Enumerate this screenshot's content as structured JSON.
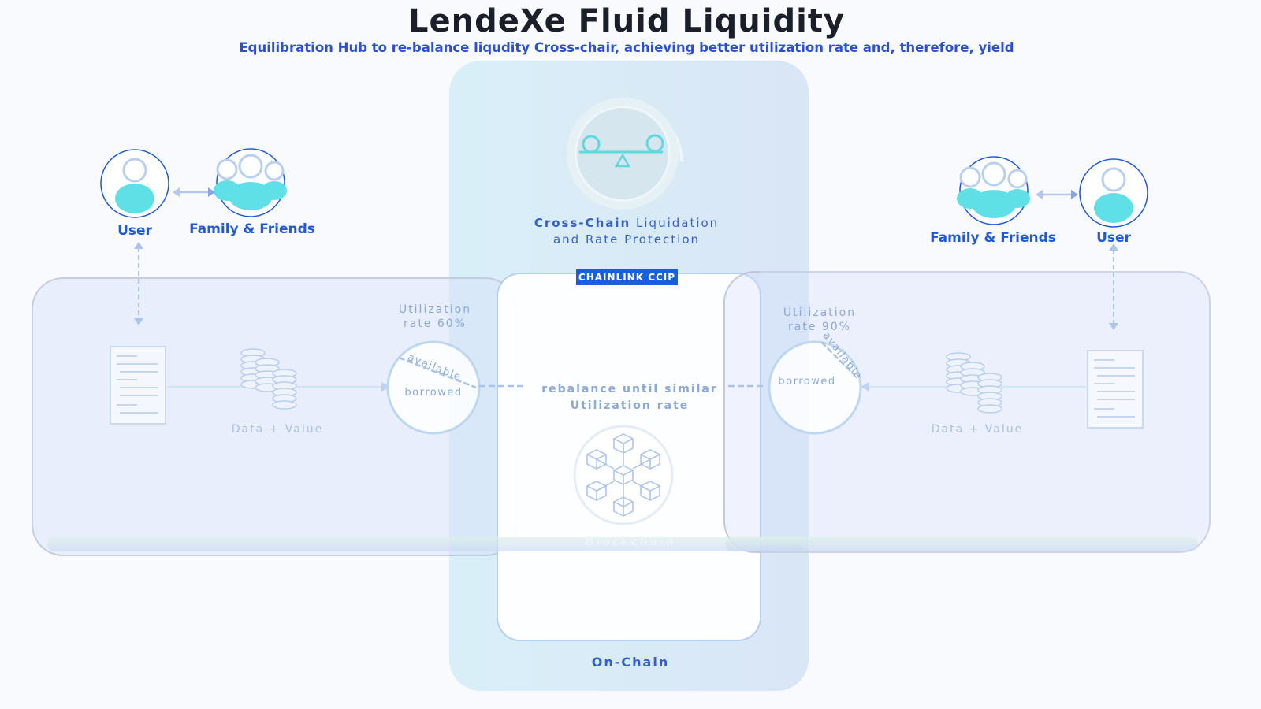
{
  "title": "LendeXe Fluid Liquidity",
  "subtitle": "Equilibration Hub to re-balance liqudity Cross-chair,  achieving better utilization rate and, therefore, yield",
  "hub": {
    "label_bold": "Cross-Chain",
    "label_rest": " Liquidation",
    "label_line2": "and Rate Protection",
    "icon": "balance-scale-icon"
  },
  "left": {
    "user_label": "User",
    "family_label": "Family & Friends",
    "utilization_line1": "Utilization",
    "utilization_line2": "rate 60%",
    "utilization_rate": 0.6,
    "available_label": "available",
    "borrowed_label": "borrowed",
    "data_value_label": "Data + Value"
  },
  "right": {
    "user_label": "User",
    "family_label": "Family & Friends",
    "utilization_line1": "Utilization",
    "utilization_line2": "rate 90%",
    "utilization_rate": 0.9,
    "available_label": "available",
    "borrowed_label": "borrowed",
    "data_value_label": "Data + Value"
  },
  "center": {
    "badge": "CHAINLINK CCIP",
    "rebalance_line1": "rebalance until similar",
    "rebalance_line2": "Utilization rate",
    "blockchain_label": "Blockchain",
    "onchain_label": "On-Chain"
  },
  "colors": {
    "accent": "#2158d6",
    "teal": "#5fe0e6",
    "badge": "#1760d9"
  }
}
